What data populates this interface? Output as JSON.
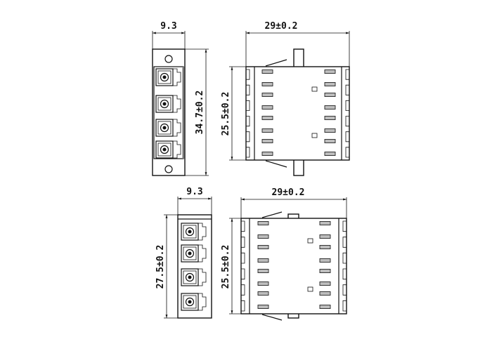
{
  "views": {
    "top_front": {
      "width_label": "9.3",
      "height_label": "34.7±0.2",
      "ports": 4
    },
    "top_side": {
      "width_label": "29±0.2",
      "height_label": "25.5±0.2"
    },
    "bottom_front": {
      "width_label": "9.3",
      "height_label": "27.5±0.2",
      "ports": 4
    },
    "bottom_side": {
      "width_label": "29±0.2",
      "height_label": "25.5±0.2"
    }
  },
  "colors": {
    "line": "#111111",
    "slot_fill": "#bdbdbd"
  }
}
